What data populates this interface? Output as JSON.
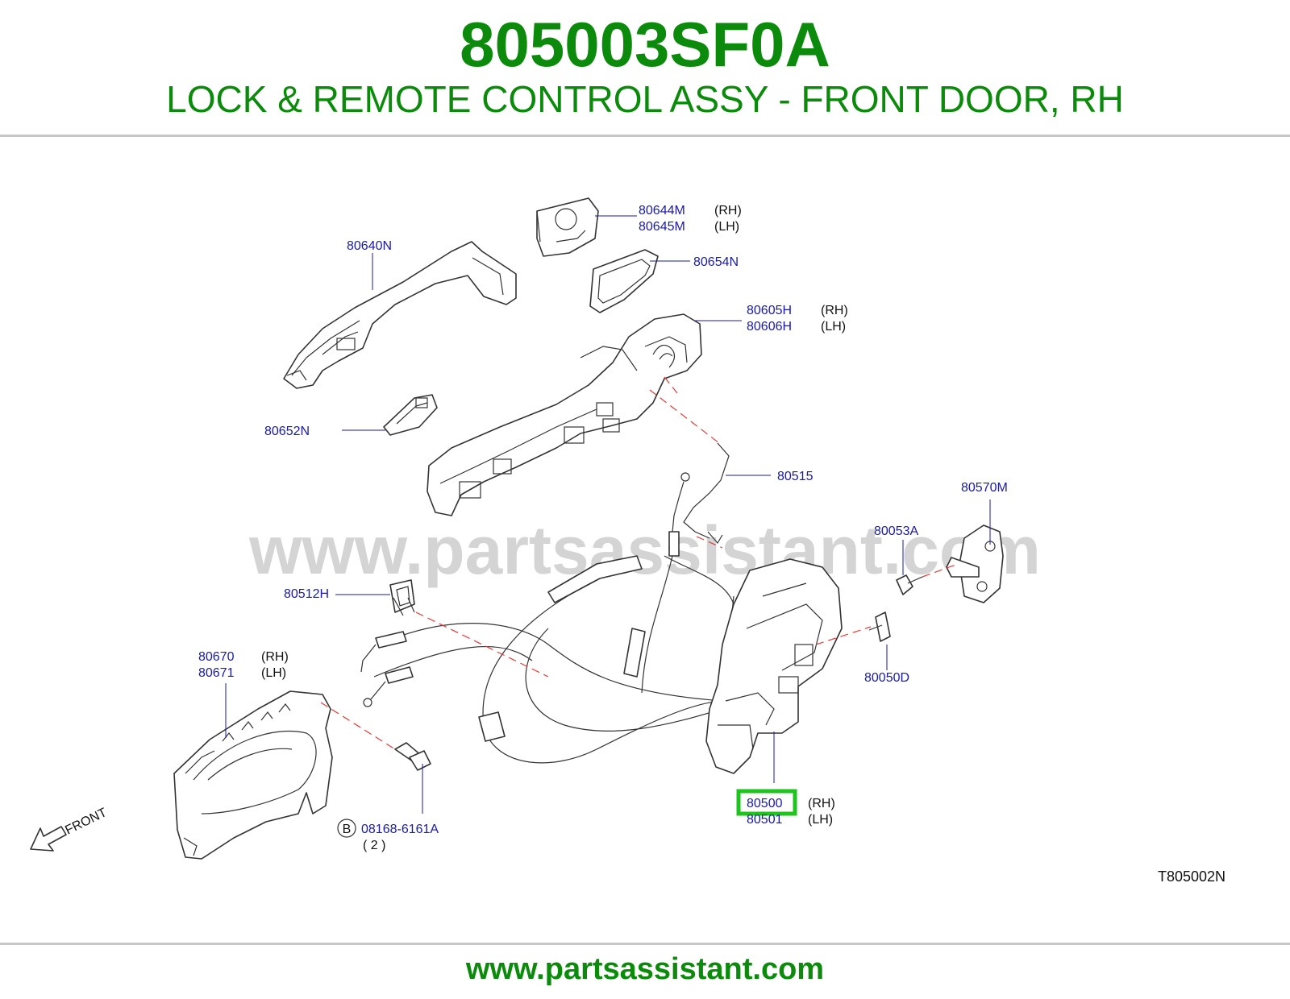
{
  "header": {
    "part_number": "805003SF0A",
    "part_title": "LOCK & REMOTE CONTROL ASSY - FRONT DOOR, RH"
  },
  "watermark": "www.partsassistant.com",
  "footer": {
    "url": "www.partsassistant.com"
  },
  "diagram": {
    "code": "T805002N",
    "front_label": "FRONT",
    "highlight_color": "#1fc41f",
    "labels": {
      "p80644M": "80644M",
      "p80644M_side": "(RH)",
      "p80645M": "80645M",
      "p80645M_side": "(LH)",
      "p80640N": "80640N",
      "p80654N": "80654N",
      "p80605H": "80605H",
      "p80605H_side": "(RH)",
      "p80606H": "80606H",
      "p80606H_side": "(LH)",
      "p80652N": "80652N",
      "p80515": "80515",
      "p80570M": "80570M",
      "p80053A": "80053A",
      "p80512H": "80512H",
      "p80050D": "80050D",
      "p80670": "80670",
      "p80670_side": "(RH)",
      "p80671": "80671",
      "p80671_side": "(LH)",
      "p80500": "80500",
      "p80500_side": "(RH)",
      "p80501": "80501",
      "p80501_side": "(LH)",
      "bolt_ref_letter": "B",
      "bolt_part": "08168-6161A",
      "bolt_qty": "( 2 )"
    }
  }
}
